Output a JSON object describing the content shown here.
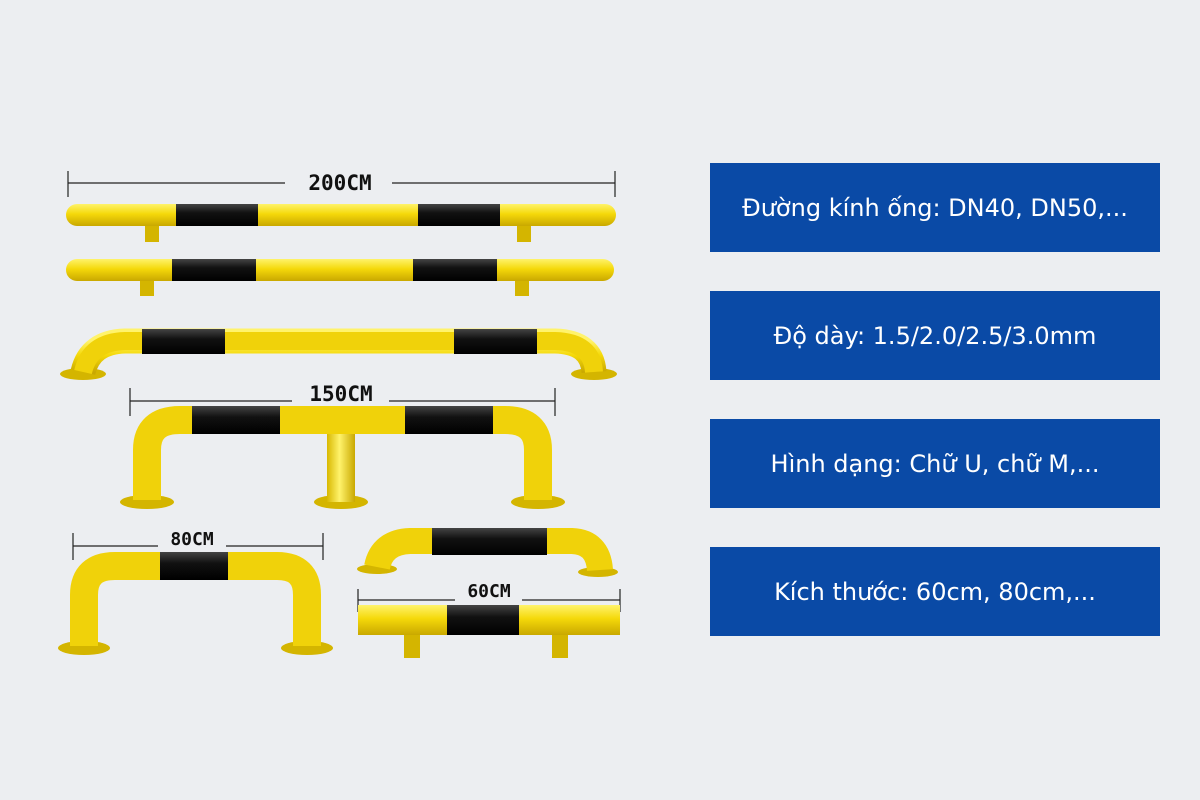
{
  "dimensions": {
    "bar_200": "200CM",
    "bar_150": "150CM",
    "bar_80": "80CM",
    "bar_60": "60CM"
  },
  "specs": [
    "Đường kính ống: DN40, DN50,...",
    "Độ dày: 1.5/2.0/2.5/3.0mm",
    "Hình dạng: Chữ U, chữ M,...",
    "Kích thước: 60cm, 80cm,..."
  ],
  "colors": {
    "background": "#eceef1",
    "yellow": "#f5d90a",
    "black": "#111111",
    "spec_box": "#0a4aa6",
    "spec_text": "#ffffff"
  }
}
